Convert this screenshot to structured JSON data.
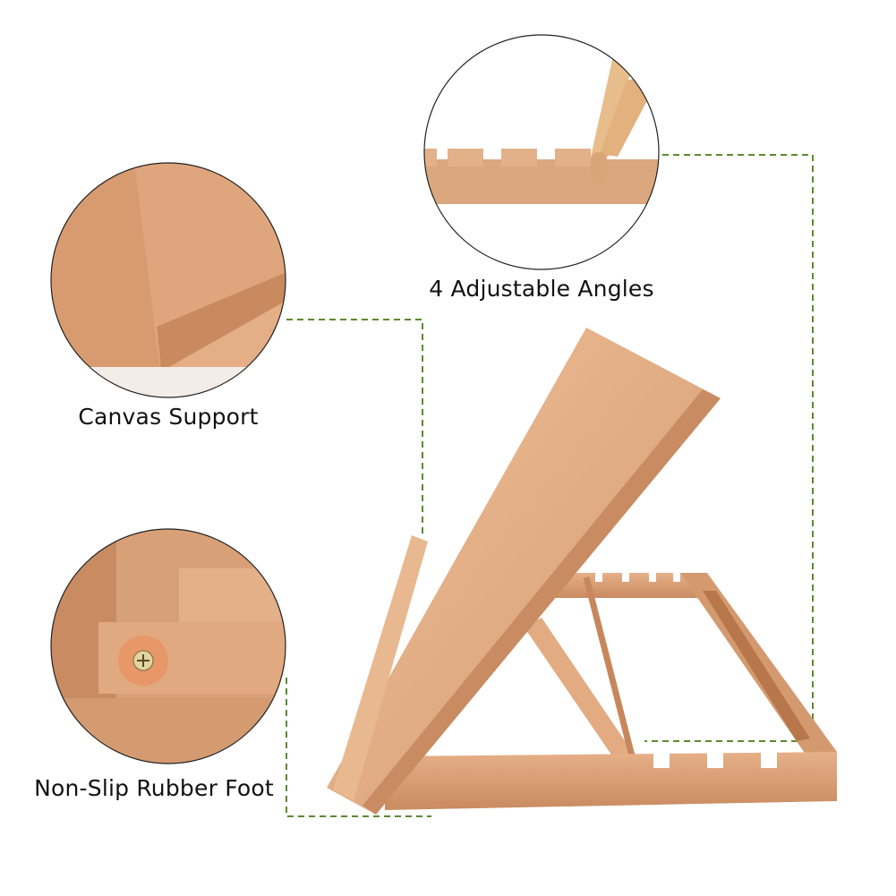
{
  "labels": {
    "angles": "4 Adjustable Angles",
    "canvas_support": "Canvas Support",
    "rubber_foot": "Non-Slip Rubber Foot"
  },
  "colors": {
    "callout_line": "#5b8a2f",
    "wood_light": "#e7b58c",
    "wood_mid": "#d9a077",
    "wood_dark": "#b97a52"
  },
  "icons": [
    "dashed-callout-line",
    "zoom-circle"
  ]
}
